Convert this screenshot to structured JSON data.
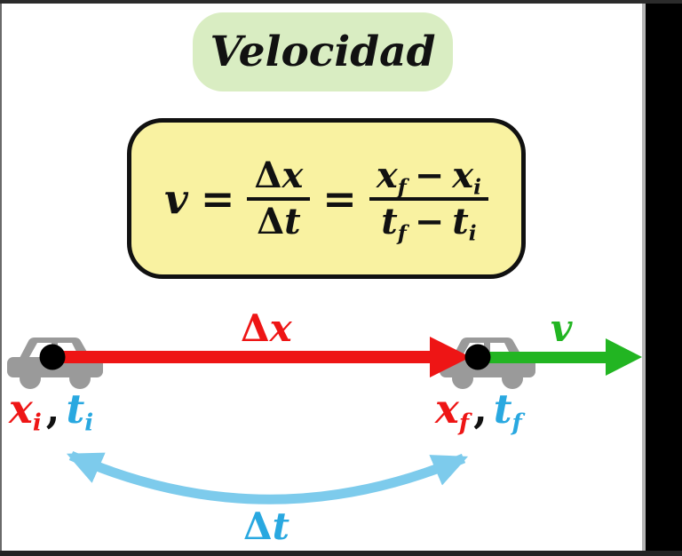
{
  "title": "Velocidad",
  "colors": {
    "red": "#ee1515",
    "green": "#22b522",
    "cyan": "#29a8e0",
    "arc_blue": "#7dcbec",
    "car_gray": "#9a9a9a",
    "title_bg": "#d9edc2",
    "formula_bg": "#f9f2a1",
    "ink": "#111111"
  },
  "formula": {
    "v": "v",
    "equals1": "=",
    "frac1": {
      "num_delta": "Δ",
      "num_var": "x",
      "den_delta": "Δ",
      "den_var": "t"
    },
    "equals2": "=",
    "frac2": {
      "num": {
        "b1": "x",
        "s1": "f",
        "minus": "−",
        "b2": "x",
        "s2": "i"
      },
      "den": {
        "b1": "t",
        "s1": "f",
        "minus": "−",
        "b2": "t",
        "s2": "i"
      }
    }
  },
  "diagram": {
    "displacement_label": {
      "delta": "Δ",
      "var": "x"
    },
    "velocity_label": "v",
    "initial_label": {
      "x": "x",
      "x_sub": "i",
      "comma": ",",
      "t": "t",
      "t_sub": "i"
    },
    "final_label": {
      "x": "x",
      "x_sub": "f",
      "comma": ",",
      "t": "t",
      "t_sub": "f"
    },
    "time_label": {
      "delta": "Δ",
      "var": "t"
    }
  }
}
